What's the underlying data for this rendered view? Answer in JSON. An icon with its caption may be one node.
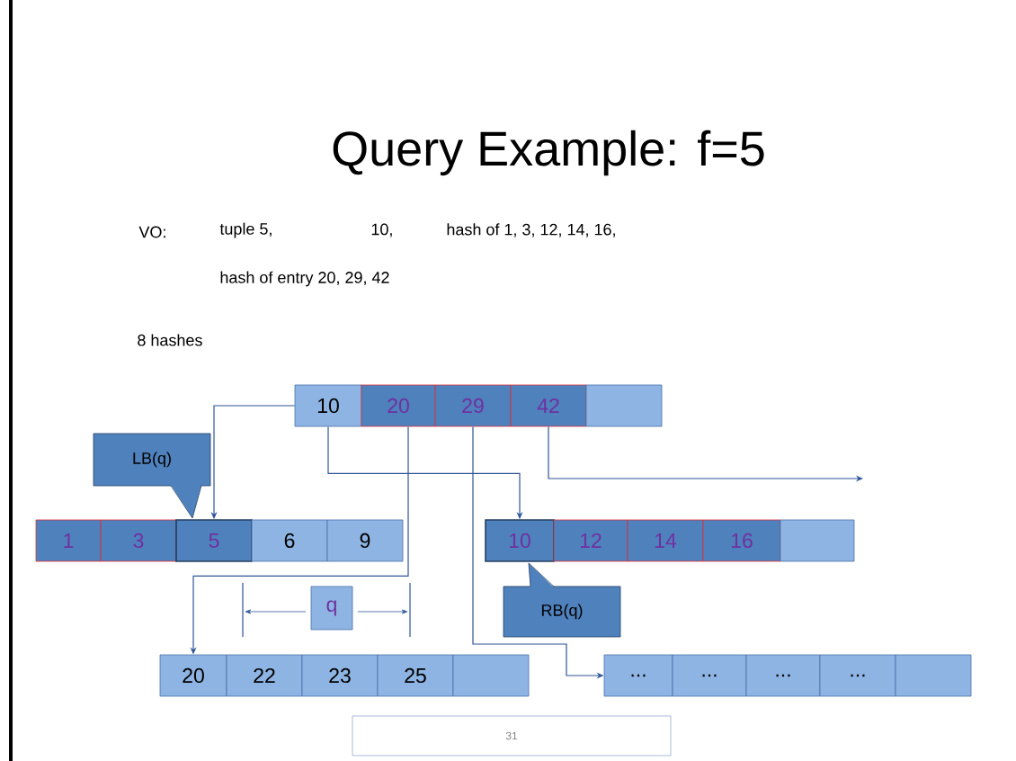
{
  "diagram": {
    "title": "Query Example: f=5",
    "nodes": [
      {
        "text": [
          "10"
        ]
      },
      {
        "text": [
          "20"
        ]
      },
      {
        "text": [
          "29"
        ]
      },
      {
        "text": [
          "42"
        ]
      },
      {
        "text": [],
        "shape": "box"
      },
      {
        "text": [
          "LB(q)"
        ]
      },
      {
        "text": [
          "1"
        ]
      },
      {
        "text": [
          "3"
        ]
      },
      {
        "text": [
          "5"
        ]
      },
      {
        "text": [
          "6"
        ]
      },
      {
        "text": [
          "9"
        ]
      },
      {
        "text": [
          "10"
        ]
      },
      {
        "text": [
          "12"
        ]
      },
      {
        "text": [
          "14"
        ]
      },
      {
        "text": [
          "16"
        ]
      },
      {
        "text": [],
        "shape": "box"
      },
      {
        "text": [
          "q"
        ]
      },
      {
        "text": [
          "RB(q)"
        ]
      },
      {
        "text": [
          "20"
        ]
      },
      {
        "text": [
          "22"
        ]
      },
      {
        "text": [
          "23"
        ]
      },
      {
        "text": [
          "25"
        ]
      },
      {
        "text": [],
        "shape": "box"
      },
      {
        "text": [
          "..."
        ]
      },
      {
        "text": [
          "..."
        ]
      },
      {
        "text": [
          "..."
        ]
      },
      {
        "text": [
          "..."
        ]
      },
      {
        "text": [],
        "shape": "box"
      }
    ],
    "edges": [
      {
        "from": 0,
        "to": 8,
        "arrow": "to"
      },
      {
        "from": 0,
        "to": 11,
        "arrow": "to"
      },
      {
        "from": 1,
        "to": 18,
        "arrow": "to"
      },
      {
        "from": 2,
        "to": 23,
        "arrow": "to"
      },
      {
        "from": 3,
        "to": null,
        "arrow": "to"
      }
    ],
    "labels": [
      "VO:",
      "tuple 5,",
      "10,",
      "hash of 1, 3, 12, 14, 16,",
      "hash of entry 20, 29, 42",
      "8 hashes",
      "31"
    ]
  }
}
